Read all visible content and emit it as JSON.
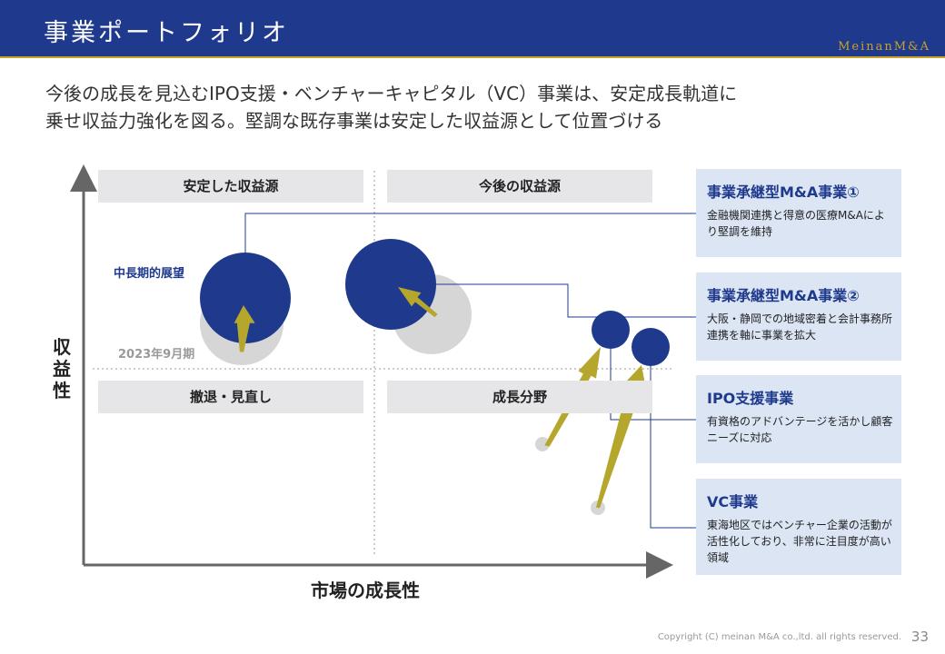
{
  "header": {
    "title": "事業ポートフォリオ",
    "brand": "MeinanM&A"
  },
  "lead": {
    "line1": "今後の成長を見込むIPO支援・ベンチャーキャピタル（VC）事業は、安定成長軌道に",
    "line2": "乗せ収益力強化を図る。堅調な既存事業は安定した収益源として位置づける"
  },
  "matrix": {
    "quadrants": {
      "top_left": "安定した収益源",
      "top_right": "今後の収益源",
      "bottom_left": "撤退・見直し",
      "bottom_right": "成長分野"
    },
    "y_axis_label": "収益性",
    "x_axis_label": "市場の成長性",
    "annotations": {
      "outlook": "中長期的展望",
      "current": "2023年9月期"
    }
  },
  "cards": [
    {
      "title": "事業承継型M&A事業①",
      "desc": "金融機関連携と得意の医療M&Aにより堅調を維持"
    },
    {
      "title": "事業承継型M&A事業②",
      "desc": "大阪・静岡での地域密着と会計事務所連携を軸に事業を拡大"
    },
    {
      "title": "IPO支援事業",
      "desc": "有資格のアドバンテージを活かし顧客ニーズに対応"
    },
    {
      "title": "VC事業",
      "desc": "東海地区ではベンチャー企業の活動が活性化しており、非常に注目度が高い領域"
    }
  ],
  "colors": {
    "navy": "#1f3a8c",
    "gold": "#c9a227",
    "arrow": "#b5a62c",
    "gray_bubble": "#d6d6d6",
    "card_bg": "#dbe5f4"
  },
  "footer": {
    "copyright": "Copyright (C) meinan M&A co.,ltd. all rights reserved.",
    "page": "33"
  }
}
